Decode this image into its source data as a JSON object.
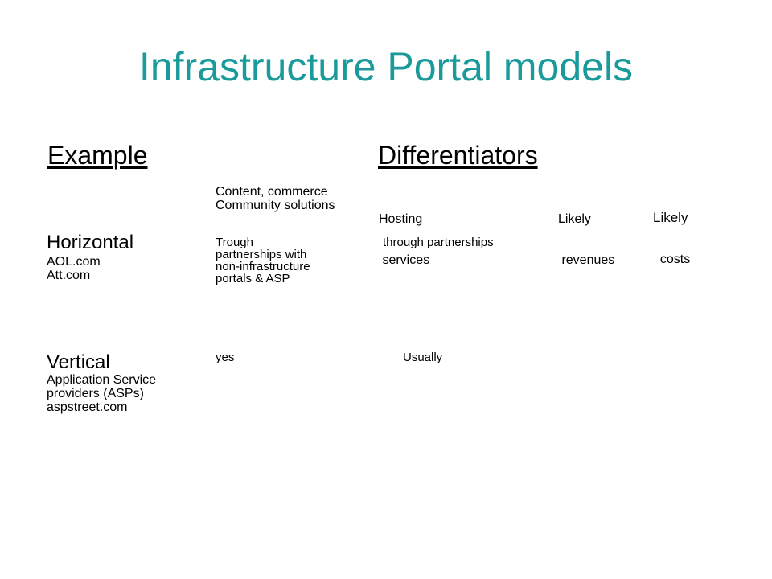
{
  "slide": {
    "title": "Infrastructure Portal models",
    "title_color": "#1a9a9a",
    "headings": {
      "example": "Example",
      "differentiators": "Differentiators"
    },
    "columns": {
      "content": [
        "Content, commerce",
        "Community  solutions"
      ],
      "hosting": [
        "Hosting",
        " services"
      ],
      "revenues": [
        "Likely",
        " revenues"
      ],
      "costs": [
        "Likely",
        "  costs"
      ]
    },
    "rows": [
      {
        "category": "Horizontal",
        "examples": [
          "AOL.com",
          "Att.com"
        ],
        "content_lines": [
          "Trough",
          "partnerships with",
          "non-infrastructure",
          "portals & ASP"
        ],
        "hosting": "through partnerships"
      },
      {
        "category": "Vertical",
        "examples": [
          "Application Service",
          "providers (ASPs)",
          "aspstreet.com"
        ],
        "content_lines": [
          "yes"
        ],
        "hosting": "Usually"
      }
    ]
  }
}
